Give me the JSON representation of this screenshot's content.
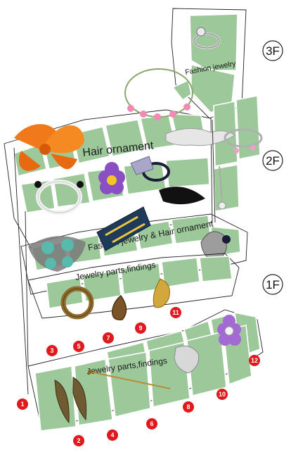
{
  "floors": {
    "third": "3F",
    "second": "2F",
    "first": "1F"
  },
  "sections": {
    "fashion_jewelry_3f": "Fashion jewelry",
    "hair_ornament_2f": "Hair ornament",
    "fashion_jewelry_hair_ornament_2f": "Fashion jewelry & Hair ornament",
    "jewelry_parts_upper_1f": "Jewelry parts,findings",
    "jewelry_parts_lower_1f": "Jewelry parts,findings"
  },
  "markers": [
    "1",
    "2",
    "3",
    "4",
    "5",
    "6",
    "7",
    "8",
    "9",
    "10",
    "11",
    "12"
  ],
  "colors": {
    "zone_fill": "#9cc89a",
    "zone_stroke": "#ffffff",
    "marker": "#e0191c"
  }
}
